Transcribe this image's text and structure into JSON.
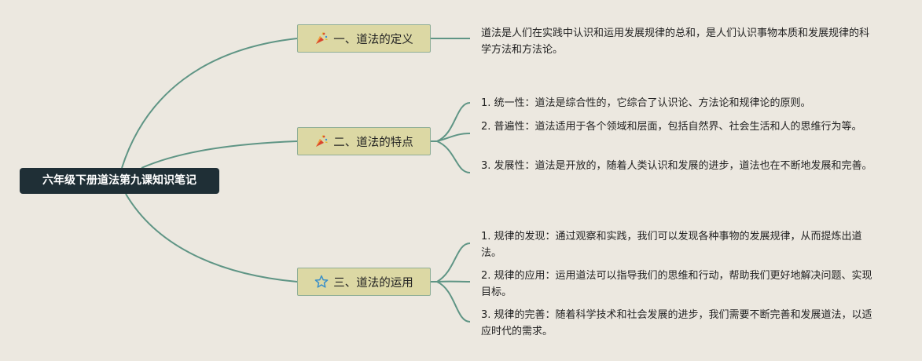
{
  "root": {
    "label": "六年级下册道法第九课知识笔记"
  },
  "branches": [
    {
      "label": "一、道法的定义",
      "icon": "party-popper-icon",
      "details": [
        "道法是人们在实践中认识和运用发展规律的总和，是人们认识事物本质和发展规律的科学方法和方法论。"
      ]
    },
    {
      "label": "二、道法的特点",
      "icon": "party-popper-icon",
      "details": [
        "1. 统一性：道法是综合性的，它综合了认识论、方法论和规律论的原则。",
        "2. 普遍性：道法适用于各个领域和层面，包括自然界、社会生活和人的思维行为等。",
        "3. 发展性：道法是开放的，随着人类认识和发展的进步，道法也在不断地发展和完善。"
      ]
    },
    {
      "label": "三、道法的运用",
      "icon": "star-outline-icon",
      "details": [
        "1. 规律的发现：通过观察和实践，我们可以发现各种事物的发展规律，从而提炼出道法。",
        "2. 规律的应用：运用道法可以指导我们的思维和行动，帮助我们更好地解决问题、实现目标。",
        "3. 规律的完善：随着科学技术和社会发展的进步，我们需要不断完善和发展道法，以适应时代的需求。"
      ]
    }
  ],
  "colors": {
    "background": "#ece8e0",
    "root_fill": "#1f2f36",
    "branch_fill": "#dcd8a4",
    "branch_border": "#8fae96",
    "connector": "#5f9585"
  }
}
